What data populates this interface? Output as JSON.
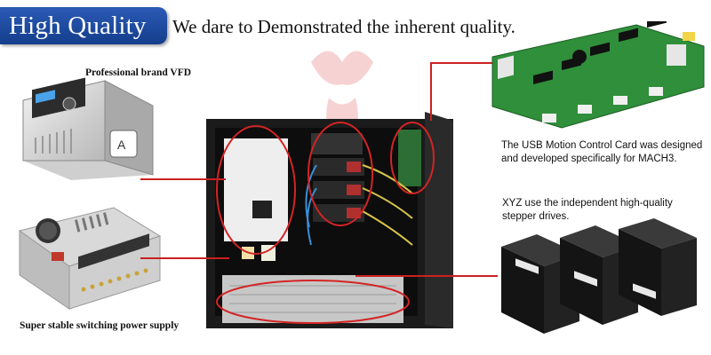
{
  "header": {
    "badge": "High Quality",
    "tagline": "We dare to Demonstrated the inherent quality."
  },
  "labels": {
    "vfd": "Professional brand VFD",
    "psu": "Super stable switching power supply",
    "usb_card_line1": "The USB Motion Control Card was designed",
    "usb_card_line2": "and developed specifically for MACH3.",
    "drivers_line1": "XYZ use the independent high-quality",
    "drivers_line2": "stepper drives."
  },
  "colors": {
    "badge_blue": "#1f4fa3",
    "callout_red": "#cc2020",
    "pcb_green": "#2f8f3a"
  }
}
